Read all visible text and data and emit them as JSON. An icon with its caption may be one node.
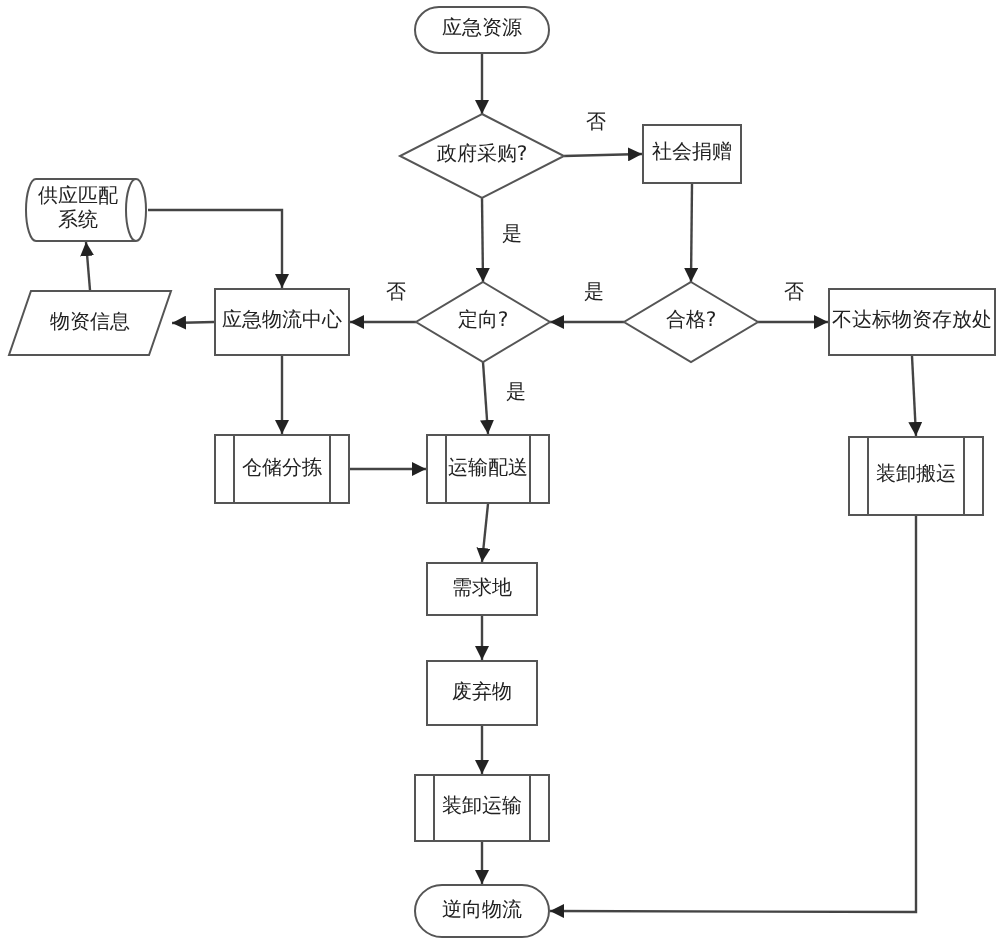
{
  "diagram": {
    "nodes": [
      {
        "text": [
          "应急资源"
        ]
      },
      {
        "text": [
          "政府采购?"
        ]
      },
      {
        "text": [
          "社会捐赠"
        ]
      },
      {
        "text": [
          "供应匹配系统"
        ]
      },
      {
        "text": [
          "物资信息"
        ]
      },
      {
        "text": [
          "应急物流中心"
        ]
      },
      {
        "text": [
          "定向?"
        ]
      },
      {
        "text": [
          "合格?"
        ]
      },
      {
        "text": [
          "不达标物资存放处"
        ]
      },
      {
        "text": [
          "仓储分拣"
        ]
      },
      {
        "text": [
          "运输配送"
        ]
      },
      {
        "text": [
          "装卸搬运"
        ]
      },
      {
        "text": [
          "需求地"
        ]
      },
      {
        "text": [
          "废弃物"
        ]
      },
      {
        "text": [
          "装卸运输"
        ]
      },
      {
        "text": [
          "逆向物流"
        ]
      }
    ],
    "edges": [
      {
        "from": 0,
        "to": 1,
        "arrow": "to"
      },
      {
        "from": 1,
        "to": 2,
        "arrow": "to",
        "label": "否"
      },
      {
        "from": 1,
        "to": 6,
        "arrow": "to",
        "label": "是"
      },
      {
        "from": 2,
        "to": 7,
        "arrow": "to"
      },
      {
        "from": 7,
        "to": 6,
        "arrow": "to",
        "label": "是"
      },
      {
        "from": 7,
        "to": 8,
        "arrow": "to",
        "label": "否"
      },
      {
        "from": 6,
        "to": 5,
        "arrow": "to",
        "label": "否"
      },
      {
        "from": 5,
        "to": 4,
        "arrow": "to"
      },
      {
        "from": 4,
        "to": 3,
        "arrow": "to"
      },
      {
        "from": 3,
        "to": 5,
        "arrow": "to"
      },
      {
        "from": 5,
        "to": 9,
        "arrow": "to"
      },
      {
        "from": 9,
        "to": 10,
        "arrow": "to"
      },
      {
        "from": 6,
        "to": 10,
        "arrow": "to",
        "label": "是"
      },
      {
        "from": 10,
        "to": 12,
        "arrow": "to"
      },
      {
        "from": 12,
        "to": 13,
        "arrow": "to"
      },
      {
        "from": 13,
        "to": 14,
        "arrow": "to"
      },
      {
        "from": 14,
        "to": 15,
        "arrow": "to"
      },
      {
        "from": 8,
        "to": 11,
        "arrow": "to"
      },
      {
        "from": 11,
        "to": 15,
        "arrow": "to"
      }
    ]
  }
}
